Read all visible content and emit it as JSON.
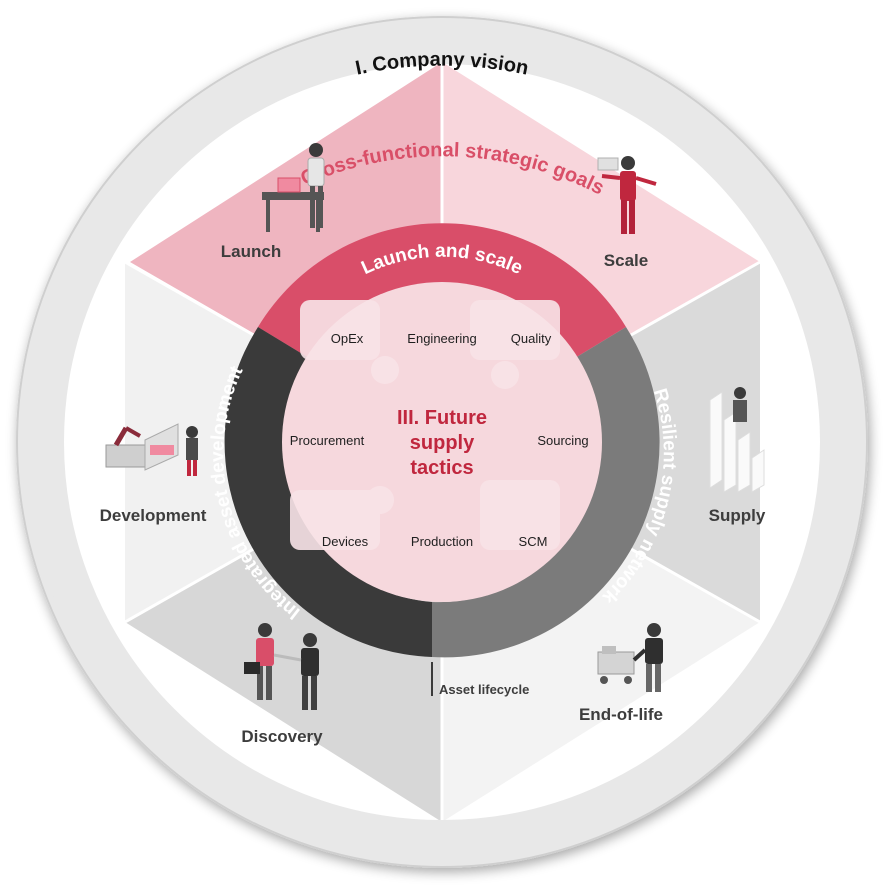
{
  "levels": {
    "company_vision": "I. Company vision",
    "strategic_goals": "II. Cross-functional strategic goals",
    "future_supply_tactics": [
      "III. Future",
      "supply",
      "tactics"
    ]
  },
  "stages": {
    "launch": "Launch",
    "scale": "Scale",
    "supply": "Supply",
    "end_of_life": "End-of-life",
    "discovery": "Discovery",
    "development": "Development"
  },
  "ring": {
    "launch_and_scale": "Launch and scale",
    "resilient_supply_network": "Resilient supply network",
    "integrated_asset_development": "Integrated asset development"
  },
  "tactics": {
    "opex": "OpEx",
    "engineering": "Engineering",
    "quality": "Quality",
    "procurement": "Procurement",
    "sourcing": "Sourcing",
    "devices": "Devices",
    "production": "Production",
    "scm": "SCM"
  },
  "asset_lifecycle": "Asset lifecycle",
  "colors": {
    "outer_ring": "#e6e6e6",
    "strategic_pink": "#f0b8c2",
    "strategic_light_pink": "#f7d5da",
    "grey_segment": "#d9d9d9",
    "light_segment": "#f1f1f1",
    "launch_scale_red": "#d9506a",
    "supply_network_grey": "#7d7d7d",
    "asset_dev_dark": "#3b3b3b",
    "center_pink": "#f4d7dc",
    "title_red": "#c0273e",
    "goals_red": "#d94f68"
  },
  "icons": [
    "presenter-figure-icon",
    "lab-worker-figure-icon",
    "robot-arm-factory-icon",
    "handshake-figures-icon",
    "warehouse-worker-cart-icon",
    "growth-chart-person-icon",
    "puzzle-background-icon"
  ]
}
